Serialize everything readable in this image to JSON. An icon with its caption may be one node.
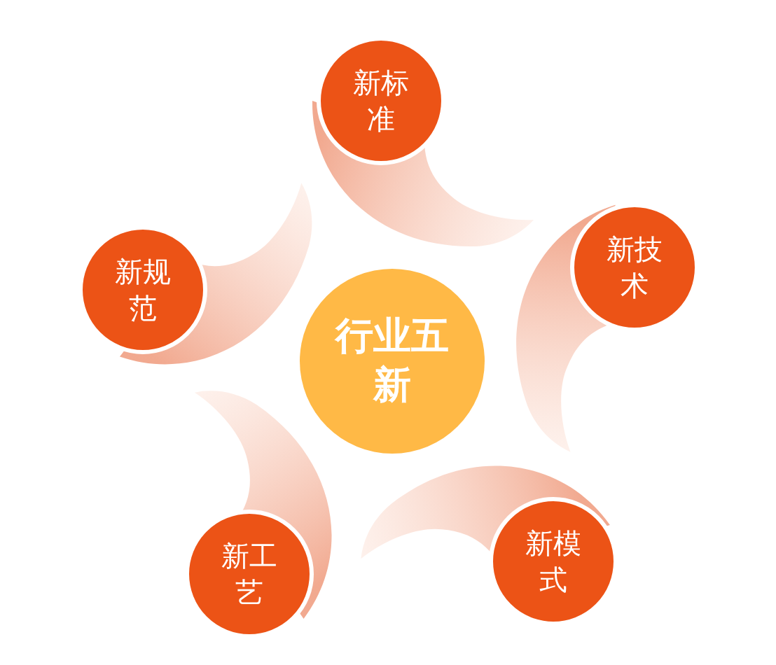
{
  "diagram": {
    "nodes": [
      {
        "text": [
          "行业五新"
        ]
      },
      {
        "text": [
          "新标准"
        ]
      },
      {
        "text": [
          "新技术"
        ]
      },
      {
        "text": [
          "新模式"
        ]
      },
      {
        "text": [
          "新工艺"
        ]
      },
      {
        "text": [
          "新规范"
        ]
      }
    ]
  }
}
